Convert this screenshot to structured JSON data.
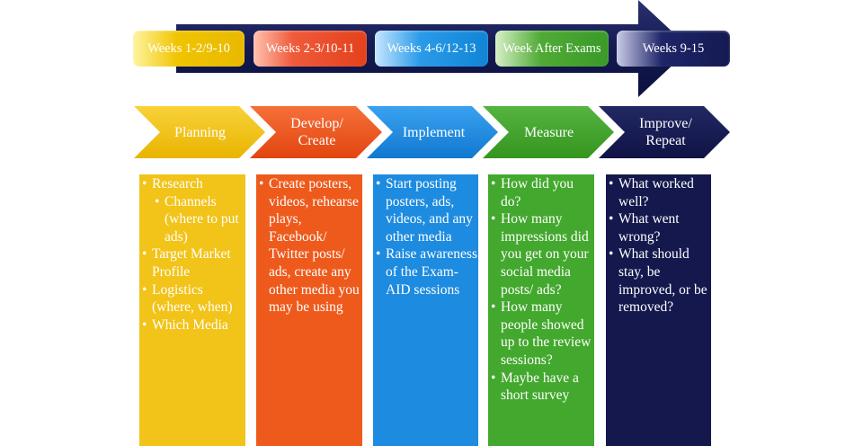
{
  "timeline": {
    "weeks": [
      {
        "label": "Weeks 1-2/9-10"
      },
      {
        "label": "Weeks 2-3/10-11"
      },
      {
        "label": "Weeks 4-6/12-13"
      },
      {
        "label": "Week After Exams"
      },
      {
        "label": "Weeks 9-15"
      }
    ]
  },
  "phases": [
    {
      "title_line1": "Planning",
      "title_line2": ""
    },
    {
      "title_line1": "Develop/",
      "title_line2": "Create"
    },
    {
      "title_line1": "Implement",
      "title_line2": ""
    },
    {
      "title_line1": "Measure",
      "title_line2": ""
    },
    {
      "title_line1": "Improve/",
      "title_line2": "Repeat"
    }
  ],
  "columns": [
    {
      "items": [
        "Research",
        "Channels (where to put ads)",
        "Target Market Profile",
        "Logistics (where, when)",
        "Which Media"
      ]
    },
    {
      "items": [
        "Create posters, videos, rehearse plays, Facebook/ Twitter posts/ ads, create any other media you may be using"
      ]
    },
    {
      "items": [
        "Start posting posters, ads, videos, and any other media",
        "Raise awareness of the Exam-AID sessions"
      ]
    },
    {
      "items": [
        "How did you do?",
        "How many impressions did you get on your social media posts/ ads?",
        "How many people showed up to the review sessions?",
        "Maybe have a short survey"
      ]
    },
    {
      "items": [
        "What worked well?",
        "What went wrong?",
        "What should stay, be improved, or be removed?"
      ]
    }
  ],
  "colors": {
    "planning": "#f2c318",
    "develop": "#ee5a1c",
    "implement": "#1d8be0",
    "measure": "#43a82e",
    "improve": "#14184d",
    "arrow": "#141a4f"
  }
}
